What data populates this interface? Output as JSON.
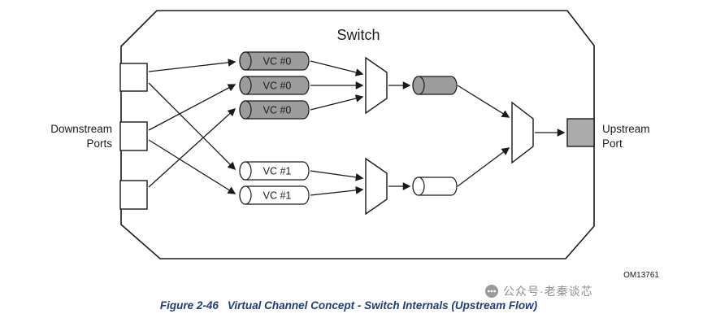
{
  "title": "Switch",
  "labels": {
    "downstream_line1": "Downstream",
    "downstream_line2": "Ports",
    "upstream_line1": "Upstream",
    "upstream_line2": "Port",
    "om_number": "OM13761"
  },
  "buffers": {
    "vc0": [
      "VC #0",
      "VC #0",
      "VC #0"
    ],
    "vc1": [
      "VC #1",
      "VC #1"
    ]
  },
  "caption": {
    "figure_label": "Figure 2-46",
    "figure_title": "Virtual Channel Concept - Switch Internals (Upstream Flow)"
  },
  "watermark": {
    "text": "公众号·老秦谈芯"
  },
  "colors": {
    "vc0_buffer_fill": "#9c9c9c",
    "vc1_buffer_fill": "#ffffff",
    "upstream_port_fill": "#ababab",
    "caption_color": "#1f3d7a",
    "watermark_color": "#8f8f8f"
  }
}
